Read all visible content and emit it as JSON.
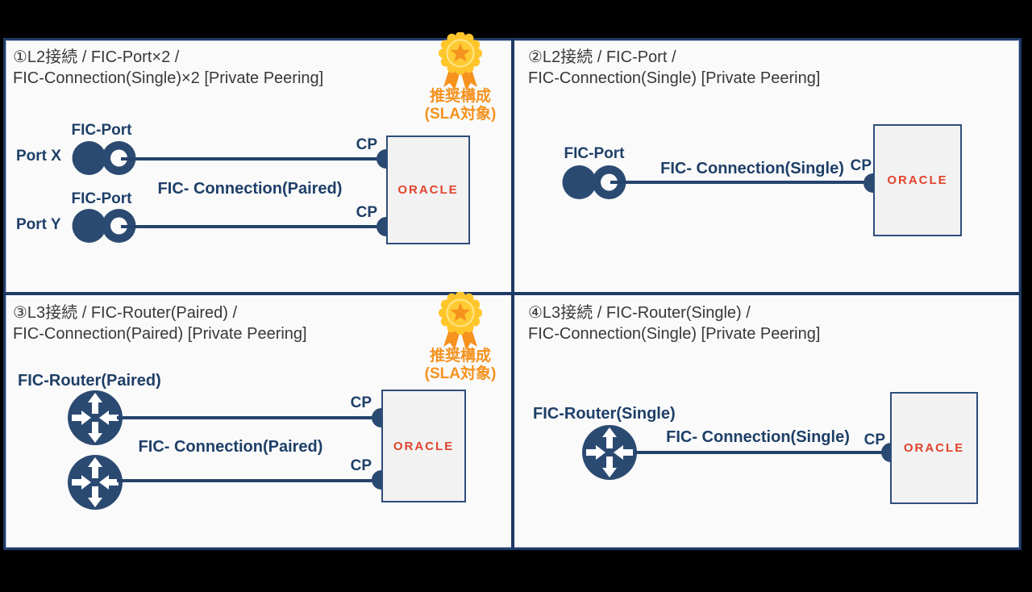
{
  "colors": {
    "navy_shape": "#2B4A72",
    "navy_line": "#24436B",
    "navy_text": "#1E3F68",
    "frame_border": "#1E3A66",
    "badge_orange": "#F5921E",
    "badge_gold": "#FFC62B",
    "oracle_red": "#E2432C",
    "panel_bg": "#FAFAFA",
    "cloud_box_bg": "#F2F2F2"
  },
  "badge": {
    "line1": "推奨構成",
    "line2": "(SLA対象)"
  },
  "panels": [
    {
      "title1": "①L2接続 / FIC-Port×2 /",
      "title2": "FIC-Connection(Single)×2 [Private Peering]",
      "rows": [
        {
          "device": "FIC-Port",
          "port": "Port X",
          "cp": "CP"
        },
        {
          "device": "FIC-Port",
          "port": "Port Y",
          "cp": "CP"
        }
      ],
      "connection": "FIC- Connection(Paired)",
      "cloud": "ORACLE"
    },
    {
      "title1": "②L2接続 / FIC-Port /",
      "title2": "FIC-Connection(Single) [Private Peering]",
      "device": "FIC-Port",
      "cp": "CP",
      "connection": "FIC- Connection(Single)",
      "cloud": "ORACLE"
    },
    {
      "title1": "③L3接続 / FIC-Router(Paired) /",
      "title2": "FIC-Connection(Paired) [Private Peering]",
      "device": "FIC-Router(Paired)",
      "cp1": "CP",
      "cp2": "CP",
      "connection": "FIC- Connection(Paired)",
      "cloud": "ORACLE"
    },
    {
      "title1": "④L3接続 / FIC-Router(Single) /",
      "title2": "FIC-Connection(Single) [Private Peering]",
      "device": "FIC-Router(Single)",
      "cp": "CP",
      "connection": "FIC- Connection(Single)",
      "cloud": "ORACLE"
    }
  ]
}
